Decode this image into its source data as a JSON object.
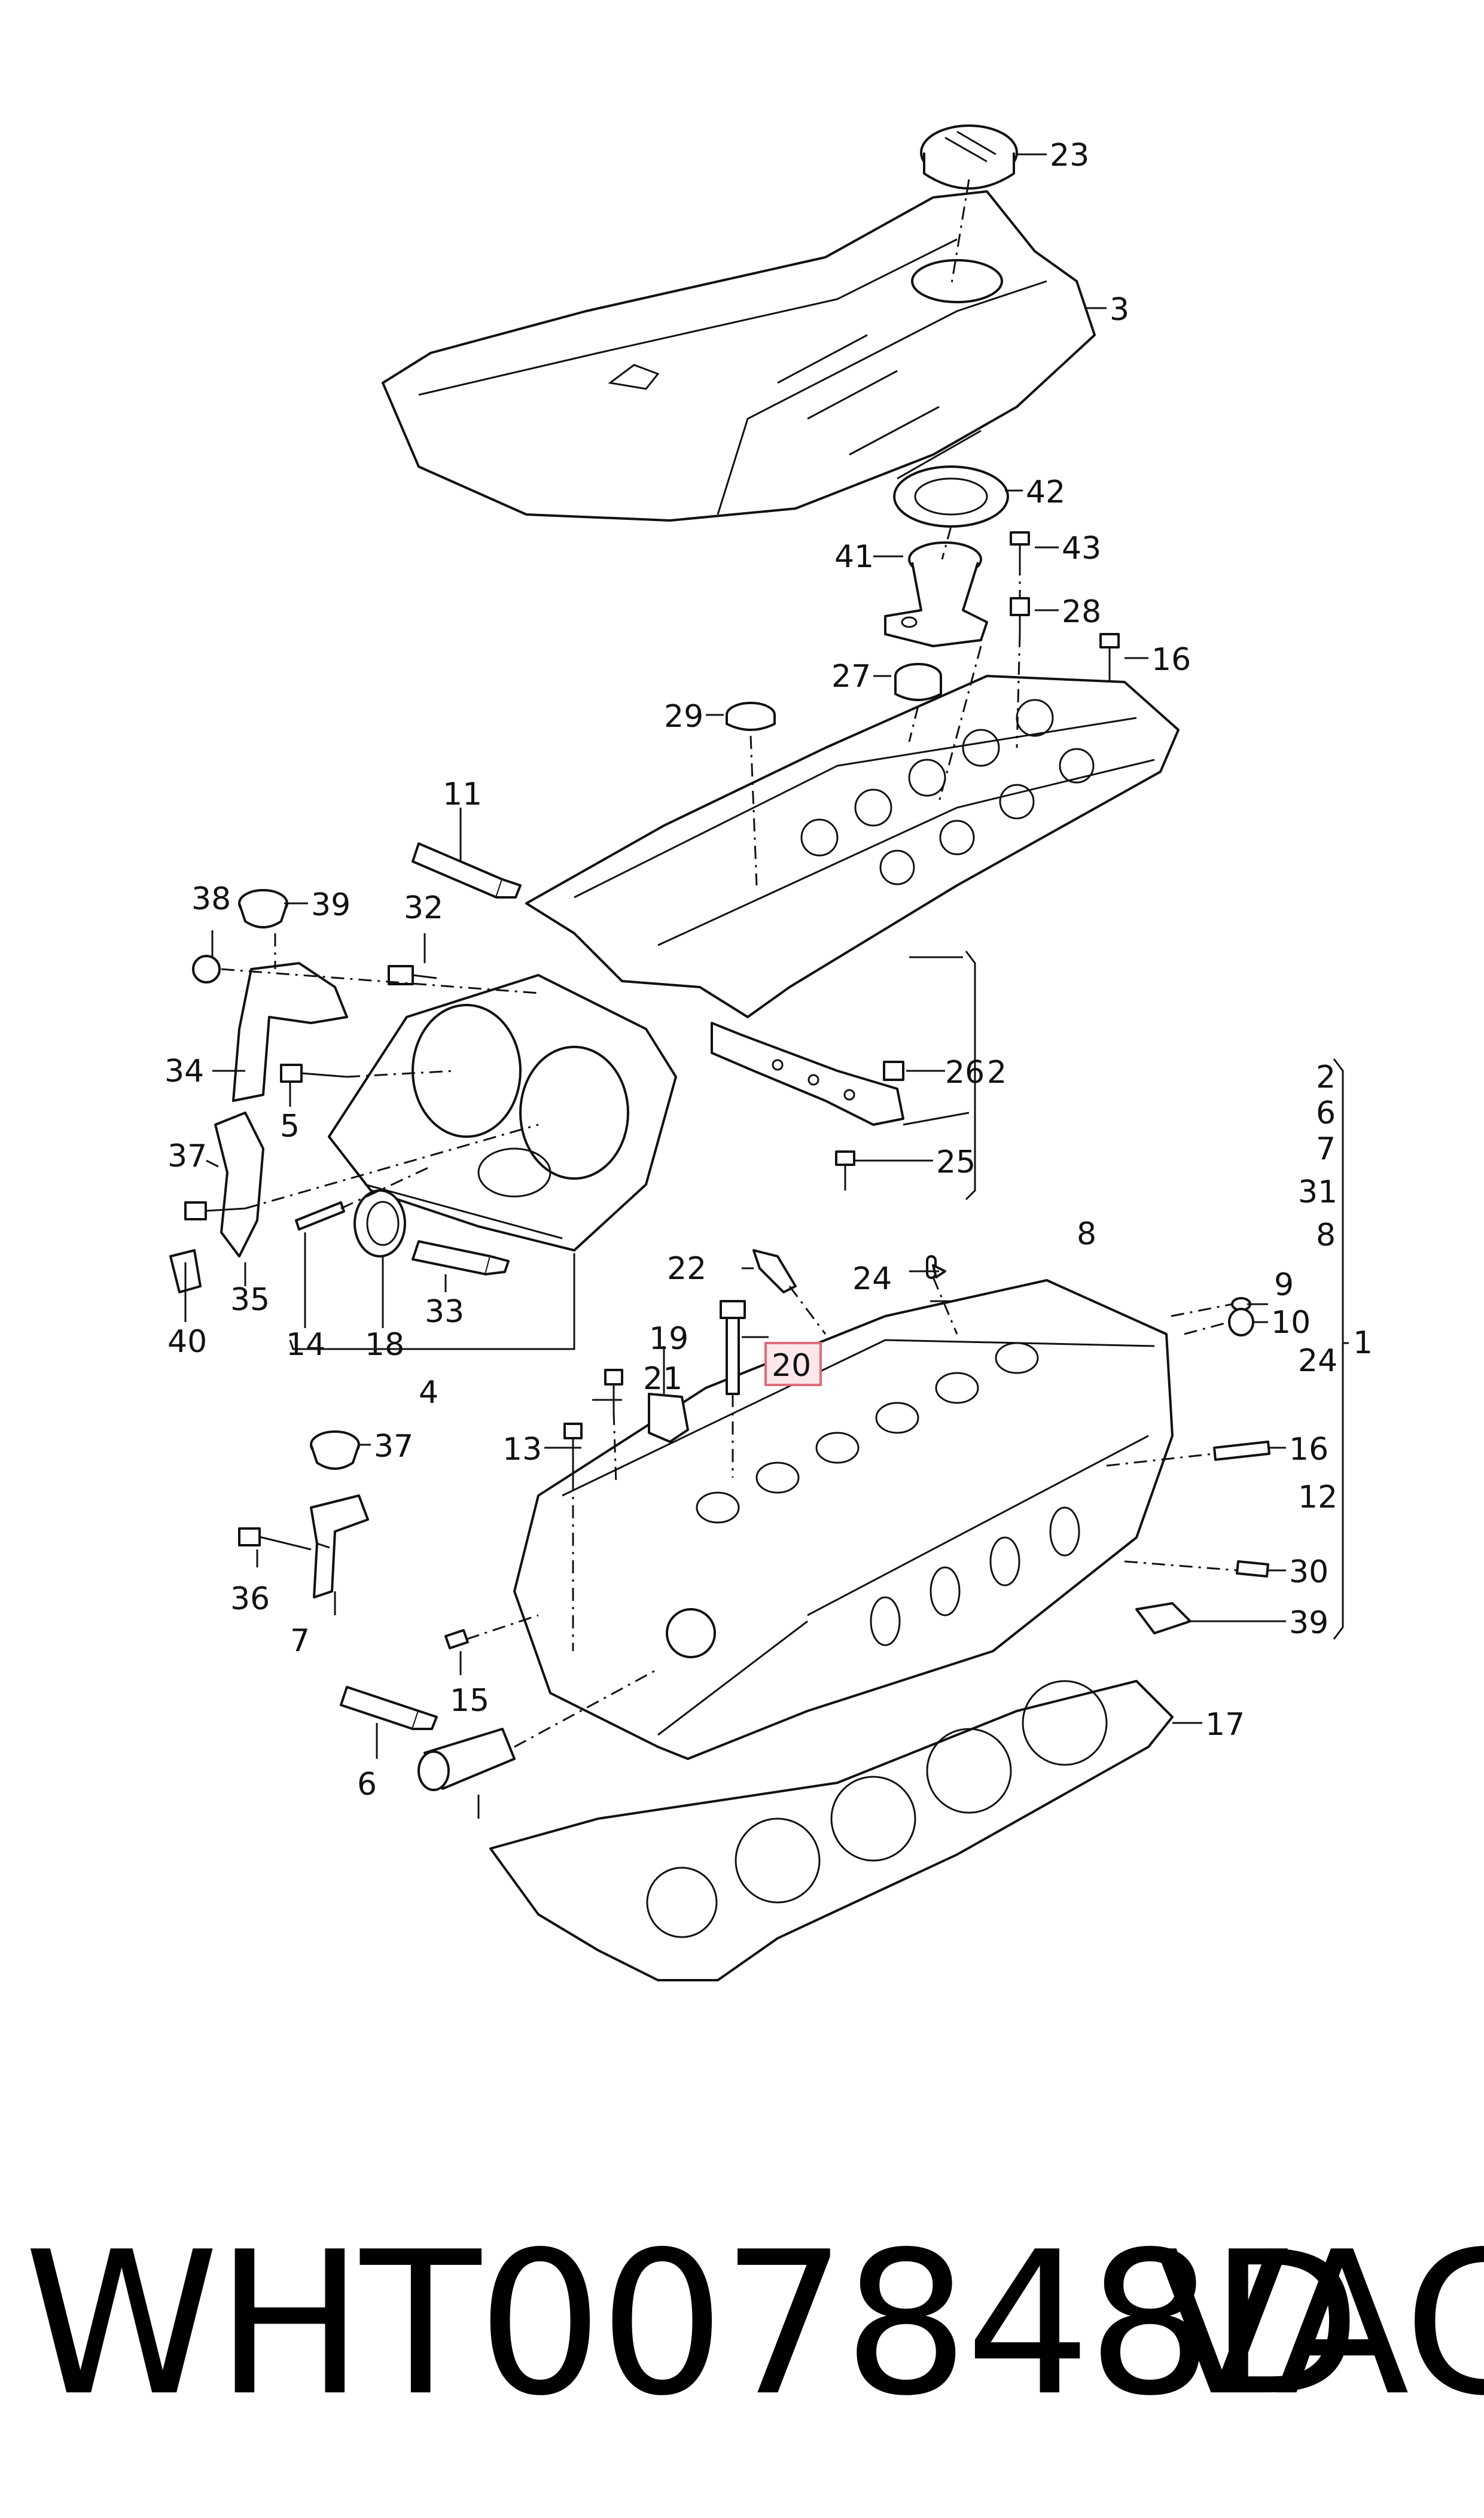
{
  "callouts": [
    "23",
    "3",
    "42",
    "41",
    "43",
    "28",
    "16",
    "27",
    "29",
    "11",
    "38",
    "39",
    "32",
    "34",
    "5",
    "37",
    "40",
    "35",
    "14",
    "18",
    "33",
    "4",
    "2",
    "26",
    "25",
    "2",
    "6",
    "7",
    "31",
    "8",
    "24",
    "1",
    "22",
    "24",
    "8",
    "9",
    "10",
    "20",
    "21",
    "19",
    "13",
    "16",
    "12",
    "30",
    "39",
    "37",
    "36",
    "7",
    "15",
    "6",
    "17"
  ],
  "footer": {
    "part_number": "WHT007848D",
    "brand": "VAG"
  }
}
